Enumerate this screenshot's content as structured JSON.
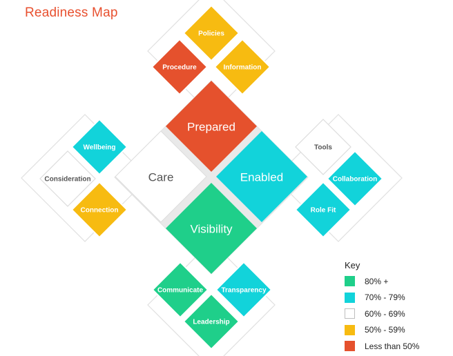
{
  "title": "Readiness Map",
  "colors": {
    "green": "#1fcf8a",
    "cyan": "#12d3da",
    "white": "#ffffff",
    "yellow": "#f7bb11",
    "red": "#e5512d",
    "text_on_color": "#ffffff",
    "text_on_white": "#555555",
    "frame": "#e9e9e9"
  },
  "center": {
    "prepared": {
      "label": "Prepared",
      "color": "red"
    },
    "care": {
      "label": "Care",
      "color": "white"
    },
    "enabled": {
      "label": "Enabled",
      "color": "cyan"
    },
    "visibility": {
      "label": "Visibility",
      "color": "green"
    }
  },
  "clusters": {
    "top": {
      "policies": {
        "label": "Policies",
        "color": "yellow"
      },
      "procedure": {
        "label": "Procedure",
        "color": "red"
      },
      "information": {
        "label": "Information",
        "color": "yellow"
      }
    },
    "left": {
      "wellbeing": {
        "label": "Wellbeing",
        "color": "cyan"
      },
      "consideration": {
        "label": "Consideration",
        "color": "white"
      },
      "connection": {
        "label": "Connection",
        "color": "yellow"
      }
    },
    "right": {
      "tools": {
        "label": "Tools",
        "color": "white"
      },
      "collaboration": {
        "label": "Collaboration",
        "color": "cyan"
      },
      "role_fit": {
        "label": "Role Fit",
        "color": "cyan"
      }
    },
    "bottom": {
      "communicate": {
        "label": "Communicate",
        "color": "green"
      },
      "transparency": {
        "label": "Transparency",
        "color": "cyan"
      },
      "leadership": {
        "label": "Leadership",
        "color": "green"
      }
    }
  },
  "legend": {
    "title": "Key",
    "items": [
      {
        "label": "80% +",
        "color": "green"
      },
      {
        "label": "70% - 79%",
        "color": "cyan"
      },
      {
        "label": "60% - 69%",
        "color": "white"
      },
      {
        "label": "50% - 59%",
        "color": "yellow"
      },
      {
        "label": "Less than 50%",
        "color": "red"
      }
    ]
  }
}
